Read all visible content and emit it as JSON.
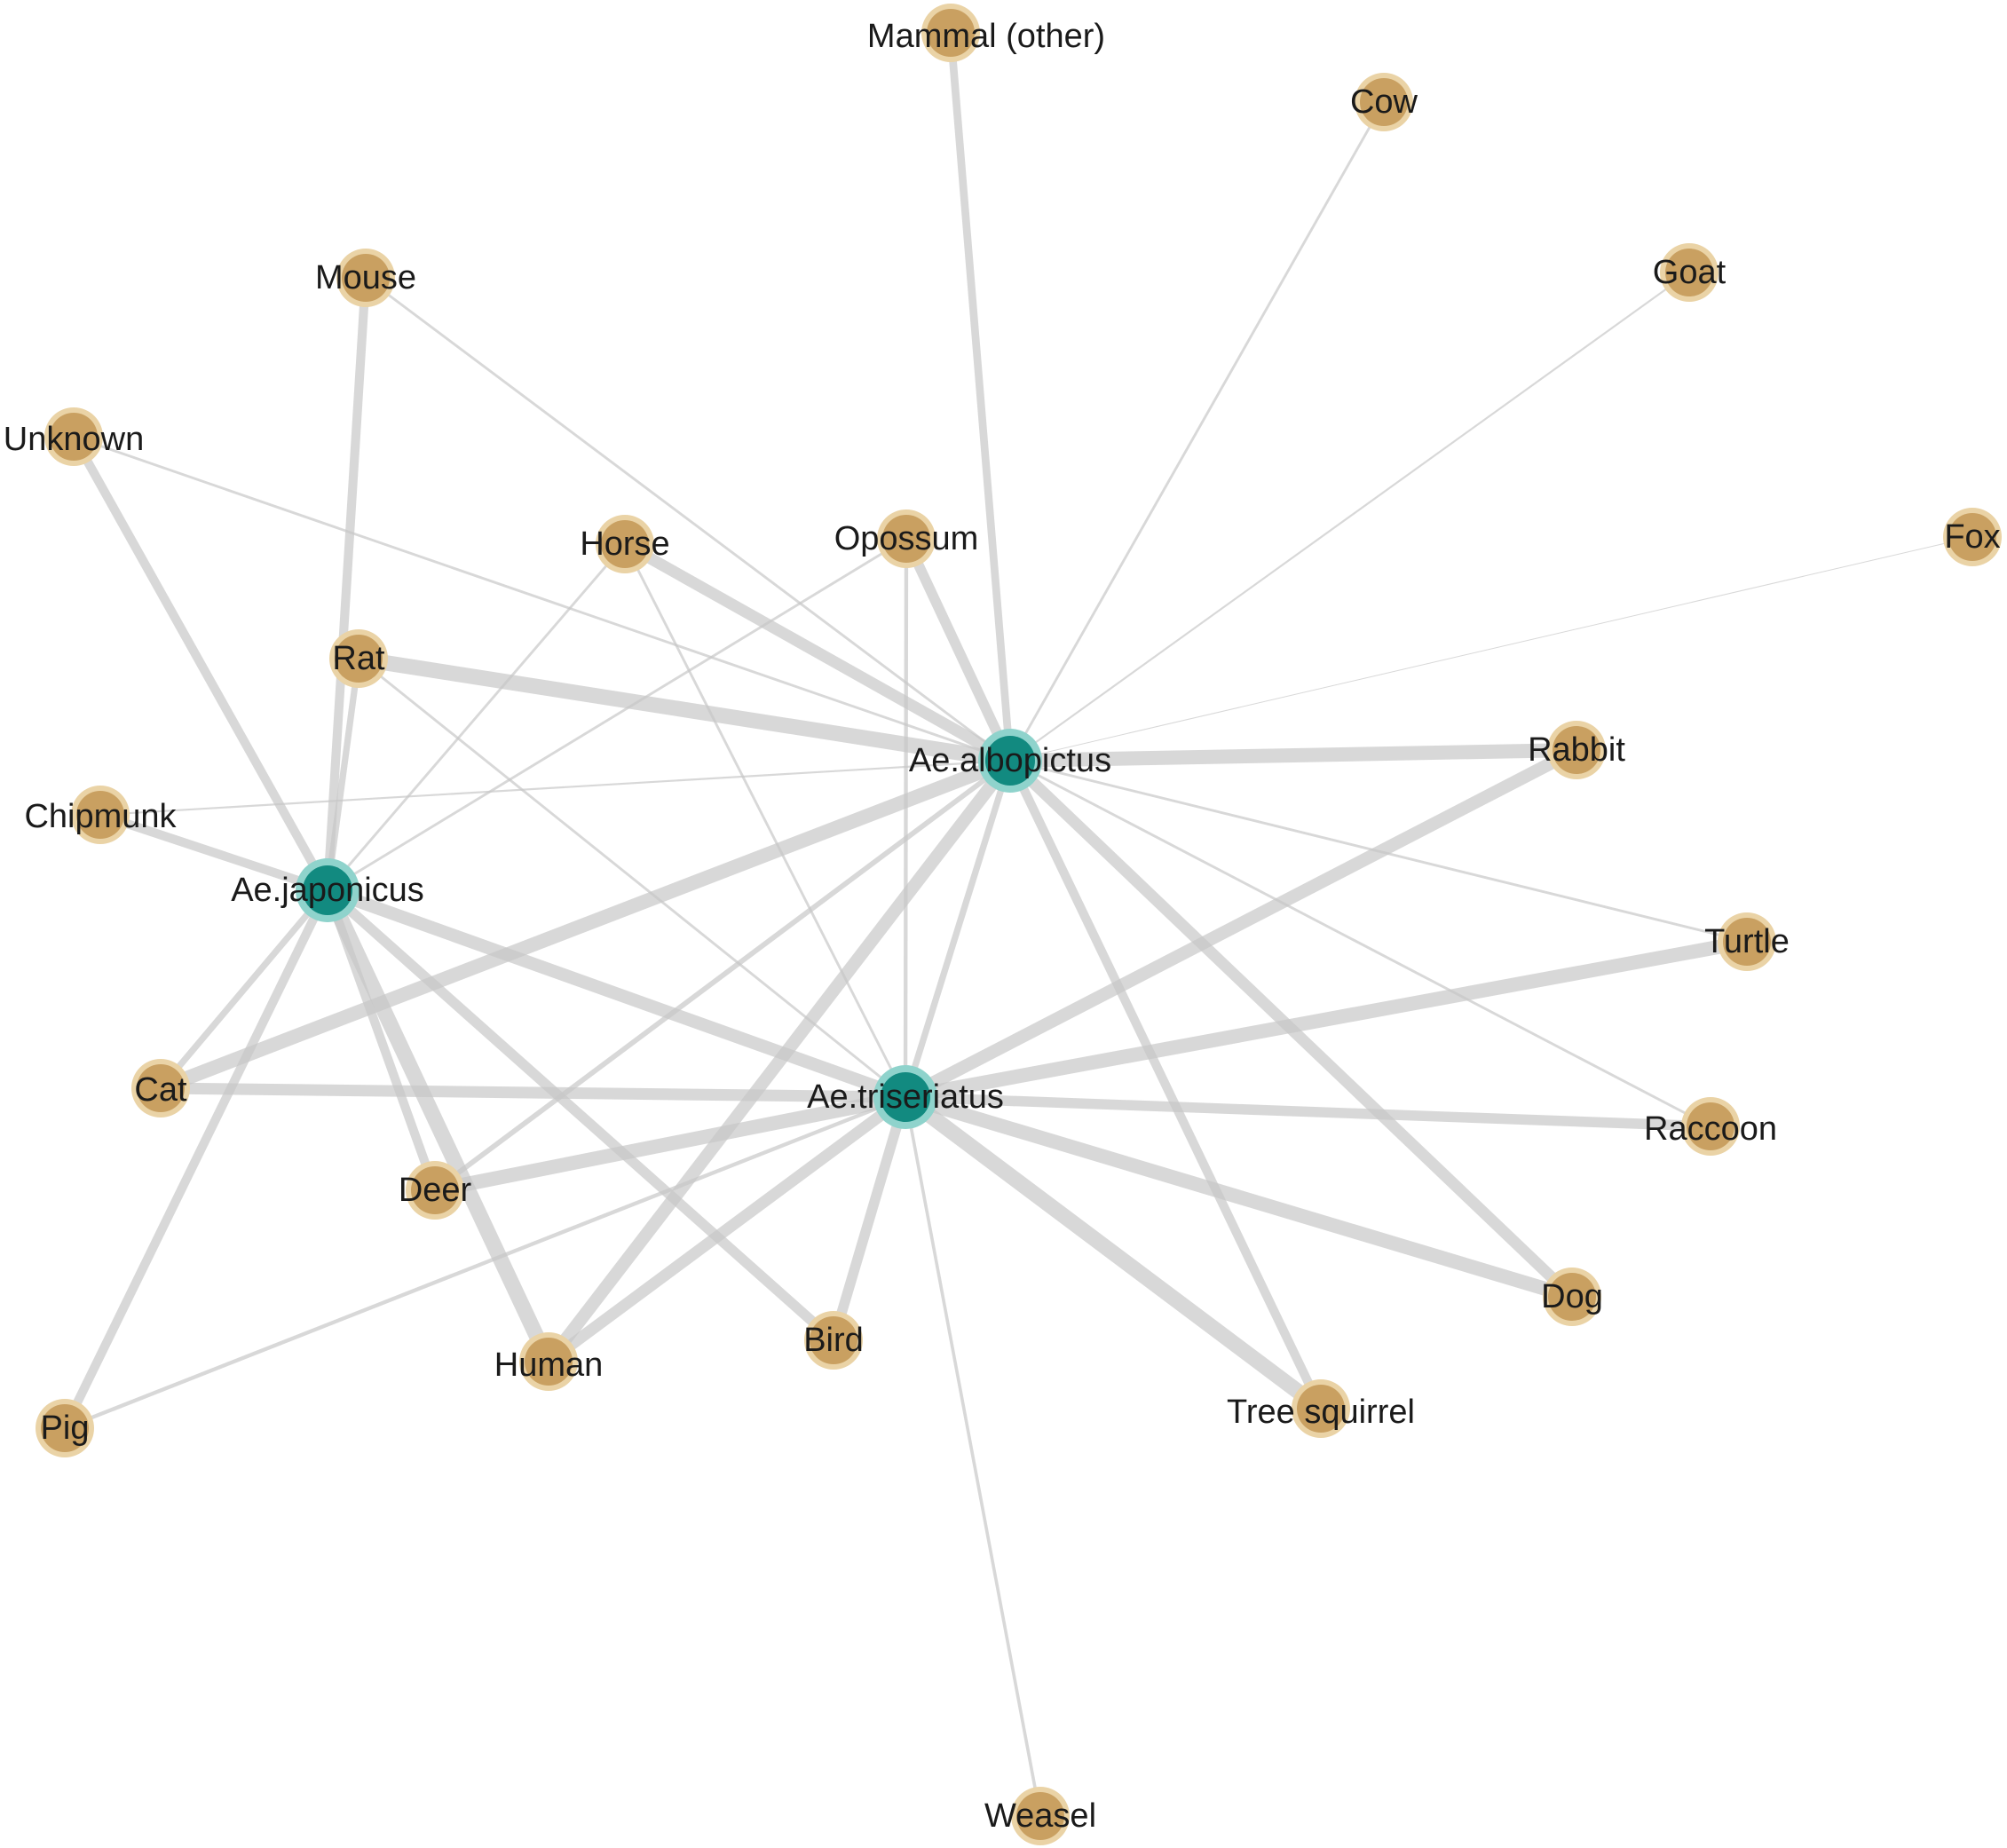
{
  "colors": {
    "host_node": "#c9a061",
    "host_halo": "#ead3a6",
    "mosquito_node": "#128a80",
    "mosquito_halo": "#8fd3cc",
    "edge": "#c8c8c8",
    "label": "#1a1a1a"
  },
  "nodes": [
    {
      "id": "albopictus",
      "label": "Ae.albopictus",
      "kind": "mosquito"
    },
    {
      "id": "japonicus",
      "label": "Ae.japonicus",
      "kind": "mosquito"
    },
    {
      "id": "triseriatus",
      "label": "Ae.triseriatus",
      "kind": "mosquito"
    },
    {
      "id": "mammal",
      "label": "Mammal (other)",
      "kind": "host"
    },
    {
      "id": "cow",
      "label": "Cow",
      "kind": "host"
    },
    {
      "id": "goat",
      "label": "Goat",
      "kind": "host"
    },
    {
      "id": "mouse",
      "label": "Mouse",
      "kind": "host"
    },
    {
      "id": "unknown",
      "label": "Unknown",
      "kind": "host"
    },
    {
      "id": "horse",
      "label": "Horse",
      "kind": "host"
    },
    {
      "id": "opossum",
      "label": "Opossum",
      "kind": "host"
    },
    {
      "id": "fox",
      "label": "Fox",
      "kind": "host"
    },
    {
      "id": "rat",
      "label": "Rat",
      "kind": "host"
    },
    {
      "id": "rabbit",
      "label": "Rabbit",
      "kind": "host"
    },
    {
      "id": "chipmunk",
      "label": "Chipmunk",
      "kind": "host"
    },
    {
      "id": "turtle",
      "label": "Turtle",
      "kind": "host"
    },
    {
      "id": "cat",
      "label": "Cat",
      "kind": "host"
    },
    {
      "id": "raccoon",
      "label": "Raccoon",
      "kind": "host"
    },
    {
      "id": "deer",
      "label": "Deer",
      "kind": "host"
    },
    {
      "id": "dog",
      "label": "Dog",
      "kind": "host"
    },
    {
      "id": "bird",
      "label": "Bird",
      "kind": "host"
    },
    {
      "id": "human",
      "label": "Human",
      "kind": "host"
    },
    {
      "id": "treesquirrel",
      "label": "Tree squirrel",
      "kind": "host"
    },
    {
      "id": "pig",
      "label": "Pig",
      "kind": "host"
    },
    {
      "id": "weasel",
      "label": "Weasel",
      "kind": "host"
    }
  ],
  "edges": [
    {
      "source": "albopictus",
      "target": "mammal",
      "weight": 6
    },
    {
      "source": "albopictus",
      "target": "cow",
      "weight": 2
    },
    {
      "source": "albopictus",
      "target": "goat",
      "weight": 1.5
    },
    {
      "source": "albopictus",
      "target": "mouse",
      "weight": 2
    },
    {
      "source": "albopictus",
      "target": "unknown",
      "weight": 2
    },
    {
      "source": "albopictus",
      "target": "horse",
      "weight": 9
    },
    {
      "source": "albopictus",
      "target": "opossum",
      "weight": 8
    },
    {
      "source": "albopictus",
      "target": "fox",
      "weight": 0.5
    },
    {
      "source": "albopictus",
      "target": "rat",
      "weight": 12
    },
    {
      "source": "albopictus",
      "target": "rabbit",
      "weight": 11
    },
    {
      "source": "albopictus",
      "target": "chipmunk",
      "weight": 1.5
    },
    {
      "source": "albopictus",
      "target": "turtle",
      "weight": 2
    },
    {
      "source": "albopictus",
      "target": "cat",
      "weight": 11
    },
    {
      "source": "albopictus",
      "target": "raccoon",
      "weight": 2
    },
    {
      "source": "albopictus",
      "target": "deer",
      "weight": 4
    },
    {
      "source": "albopictus",
      "target": "dog",
      "weight": 9
    },
    {
      "source": "albopictus",
      "target": "human",
      "weight": 10
    },
    {
      "source": "albopictus",
      "target": "treesquirrel",
      "weight": 7
    },
    {
      "source": "albopictus",
      "target": "triseriatus",
      "weight": 5
    },
    {
      "source": "japonicus",
      "target": "mouse",
      "weight": 7
    },
    {
      "source": "japonicus",
      "target": "unknown",
      "weight": 7
    },
    {
      "source": "japonicus",
      "target": "horse",
      "weight": 2
    },
    {
      "source": "japonicus",
      "target": "opossum",
      "weight": 2
    },
    {
      "source": "japonicus",
      "target": "rat",
      "weight": 5
    },
    {
      "source": "japonicus",
      "target": "chipmunk",
      "weight": 7
    },
    {
      "source": "japonicus",
      "target": "cat",
      "weight": 5
    },
    {
      "source": "japonicus",
      "target": "deer",
      "weight": 7
    },
    {
      "source": "japonicus",
      "target": "human",
      "weight": 12
    },
    {
      "source": "japonicus",
      "target": "pig",
      "weight": 7
    },
    {
      "source": "japonicus",
      "target": "bird",
      "weight": 8
    },
    {
      "source": "japonicus",
      "target": "triseriatus",
      "weight": 10
    },
    {
      "source": "triseriatus",
      "target": "opossum",
      "weight": 3
    },
    {
      "source": "triseriatus",
      "target": "horse",
      "weight": 2
    },
    {
      "source": "triseriatus",
      "target": "rat",
      "weight": 2
    },
    {
      "source": "triseriatus",
      "target": "rabbit",
      "weight": 10
    },
    {
      "source": "triseriatus",
      "target": "turtle",
      "weight": 11
    },
    {
      "source": "triseriatus",
      "target": "cat",
      "weight": 9
    },
    {
      "source": "triseriatus",
      "target": "raccoon",
      "weight": 8
    },
    {
      "source": "triseriatus",
      "target": "deer",
      "weight": 11
    },
    {
      "source": "triseriatus",
      "target": "dog",
      "weight": 11
    },
    {
      "source": "triseriatus",
      "target": "bird",
      "weight": 8
    },
    {
      "source": "triseriatus",
      "target": "human",
      "weight": 9
    },
    {
      "source": "triseriatus",
      "target": "treesquirrel",
      "weight": 12
    },
    {
      "source": "triseriatus",
      "target": "pig",
      "weight": 3
    },
    {
      "source": "triseriatus",
      "target": "weasel",
      "weight": 2.5
    }
  ]
}
